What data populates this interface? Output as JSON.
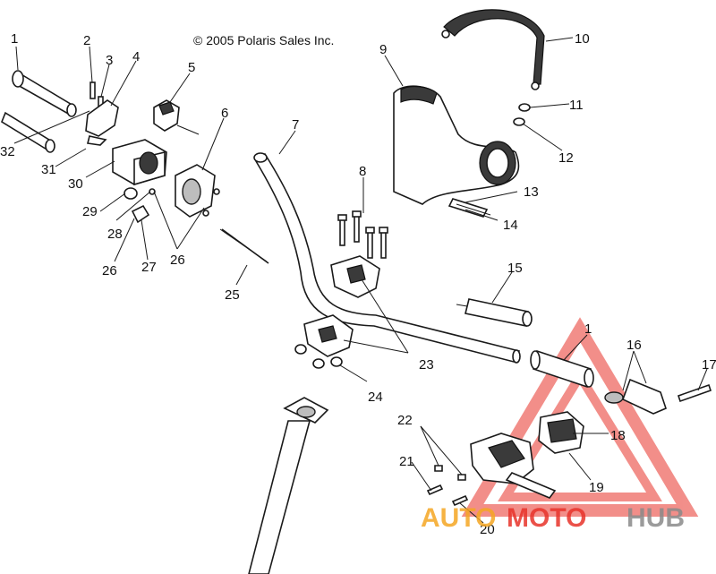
{
  "copyright": "© 2005 Polaris Sales Inc.",
  "callouts": [
    {
      "id": "c1a",
      "text": "1"
    },
    {
      "id": "c2",
      "text": "2"
    },
    {
      "id": "c3",
      "text": "3"
    },
    {
      "id": "c4",
      "text": "4"
    },
    {
      "id": "c5",
      "text": "5"
    },
    {
      "id": "c6",
      "text": "6"
    },
    {
      "id": "c7",
      "text": "7"
    },
    {
      "id": "c8",
      "text": "8"
    },
    {
      "id": "c9",
      "text": "9"
    },
    {
      "id": "c10",
      "text": "10"
    },
    {
      "id": "c11",
      "text": "11"
    },
    {
      "id": "c12",
      "text": "12"
    },
    {
      "id": "c13",
      "text": "13"
    },
    {
      "id": "c14",
      "text": "14"
    },
    {
      "id": "c15",
      "text": "15"
    },
    {
      "id": "c1b",
      "text": "1"
    },
    {
      "id": "c16",
      "text": "16"
    },
    {
      "id": "c17",
      "text": "17"
    },
    {
      "id": "c18",
      "text": "18"
    },
    {
      "id": "c19",
      "text": "19"
    },
    {
      "id": "c20",
      "text": "20"
    },
    {
      "id": "c21",
      "text": "21"
    },
    {
      "id": "c22",
      "text": "22"
    },
    {
      "id": "c23",
      "text": "23"
    },
    {
      "id": "c24",
      "text": "24"
    },
    {
      "id": "c25",
      "text": "25"
    },
    {
      "id": "c26a",
      "text": "26"
    },
    {
      "id": "c26b",
      "text": "26"
    },
    {
      "id": "c27",
      "text": "27"
    },
    {
      "id": "c28",
      "text": "28"
    },
    {
      "id": "c29",
      "text": "29"
    },
    {
      "id": "c30",
      "text": "30"
    },
    {
      "id": "c31",
      "text": "31"
    },
    {
      "id": "c32",
      "text": "32"
    }
  ],
  "watermark": {
    "part1": "AUTO",
    "part2": "MOTO",
    "part3": "HUB",
    "color_red": "#e8332a",
    "color_orange": "#f5a623",
    "color_gray": "#8a8a8a"
  }
}
